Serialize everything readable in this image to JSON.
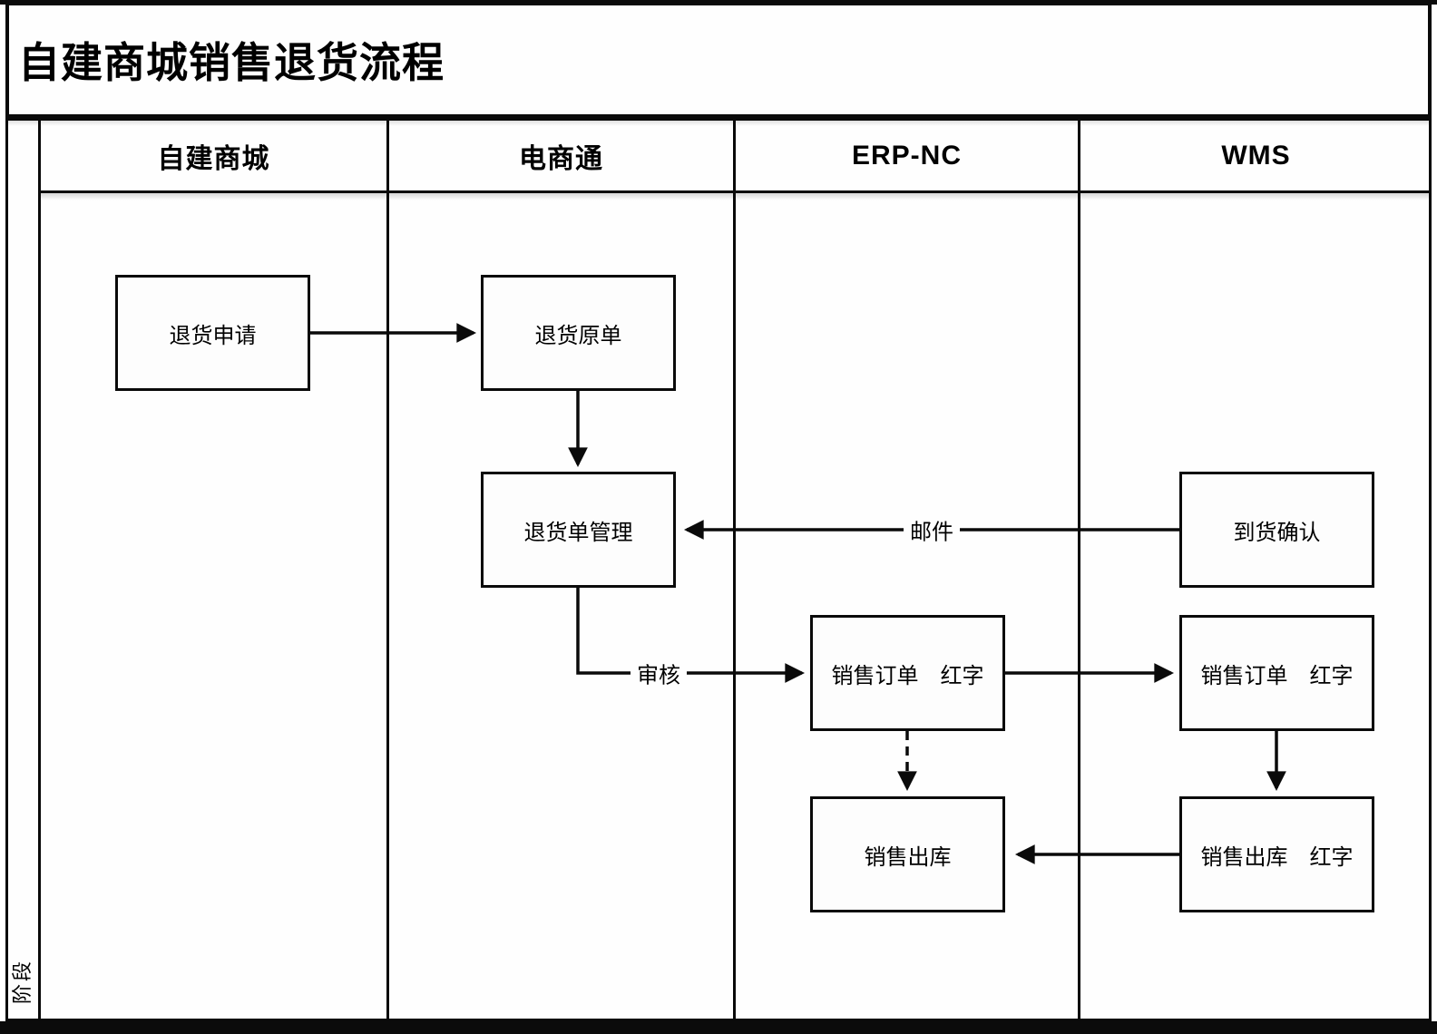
{
  "title": "自建商城销售退货流程",
  "stage_column": {
    "label": "阶段"
  },
  "lanes": [
    {
      "label": "自建商城"
    },
    {
      "label": "电商通"
    },
    {
      "label": "ERP-NC"
    },
    {
      "label": "WMS"
    }
  ],
  "nodes": {
    "return_request": {
      "label": "退货申请"
    },
    "return_original_order": {
      "label": "退货原单"
    },
    "return_order_management": {
      "label": "退货单管理"
    },
    "arrival_confirmation": {
      "label": "到货确认"
    },
    "sales_order_red_erp": {
      "label": "销售订单　红字"
    },
    "sales_order_red_wms": {
      "label": "销售订单　红字"
    },
    "sales_outbound_erp": {
      "label": "销售出库"
    },
    "sales_outbound_red_wms": {
      "label": "销售出库　红字"
    }
  },
  "edge_labels": {
    "email": "邮件",
    "audit": "审核"
  },
  "colors": {
    "line": "#0a0a0a",
    "background": "#ffffff",
    "node_fill": "#fdfdfd",
    "text": "#000000"
  }
}
